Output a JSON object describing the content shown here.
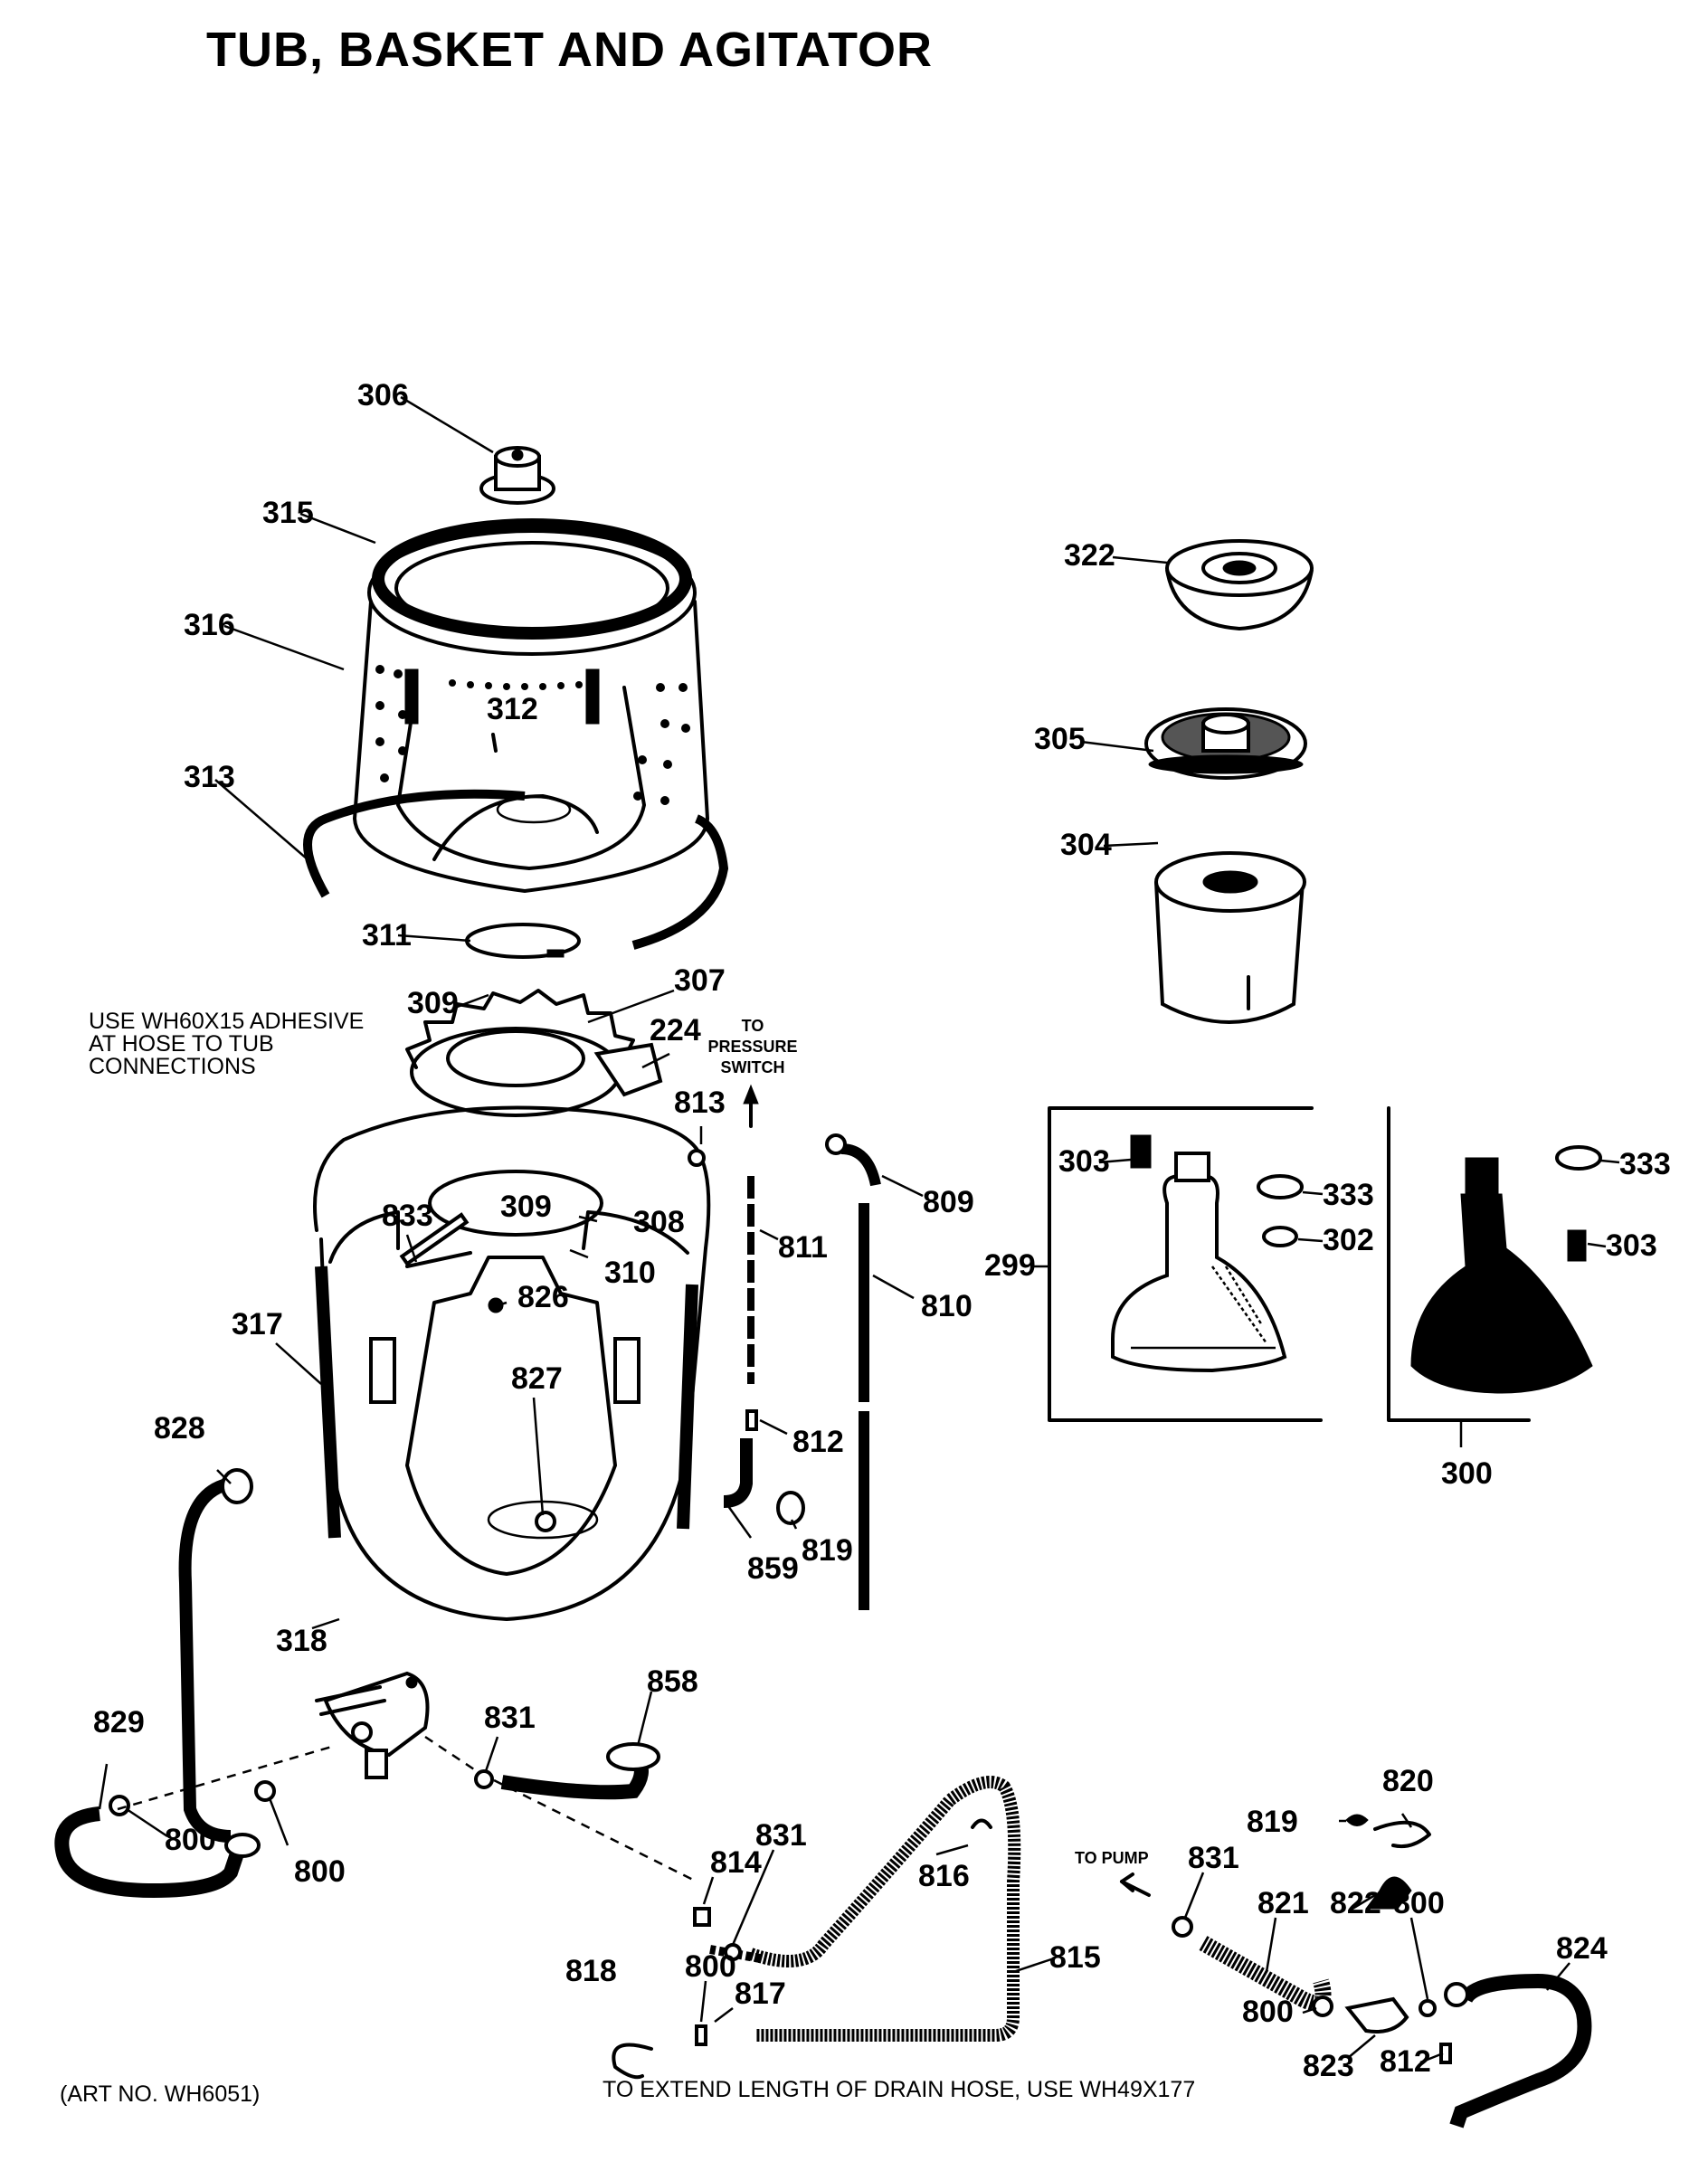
{
  "title": "TUB, BASKET AND AGITATOR",
  "notes": {
    "adhesive": "USE WH60X15 ADHESIVE\nAT HOSE TO TUB\nCONNECTIONS",
    "pressure_switch": "TO\nPRESSURE\nSWITCH",
    "to_pump": "TO PUMP",
    "drain_hose": "TO EXTEND LENGTH OF DRAIN HOSE, USE WH49X177",
    "art_no": "(ART NO. WH6051)"
  },
  "callouts": {
    "c306": "306",
    "c315": "315",
    "c316": "316",
    "c312": "312",
    "c313": "313",
    "c311": "311",
    "c309a": "309",
    "c307": "307",
    "c224": "224",
    "c813": "813",
    "c809": "809",
    "c811": "811",
    "c810": "810",
    "c833": "833",
    "c309b": "309",
    "c308": "308",
    "c310": "310",
    "c826": "826",
    "c317": "317",
    "c827": "827",
    "c812a": "812",
    "c859": "859",
    "c819a": "819",
    "c828": "828",
    "c318": "318",
    "c858": "858",
    "c831a": "831",
    "c829": "829",
    "c800a": "800",
    "c800b": "800",
    "c814": "814",
    "c831b": "831",
    "c816": "816",
    "c818": "818",
    "c800c": "800",
    "c817": "817",
    "c815": "815",
    "c820": "820",
    "c819b": "819",
    "c831c": "831",
    "c821": "821",
    "c822": "822",
    "c800d": "800",
    "c824": "824",
    "c800e": "800",
    "c823": "823",
    "c812b": "812",
    "c322": "322",
    "c305": "305",
    "c304": "304",
    "c303a": "303",
    "c333a": "333",
    "c302": "302",
    "c299": "299",
    "c333b": "333",
    "c303b": "303",
    "c300": "300"
  }
}
